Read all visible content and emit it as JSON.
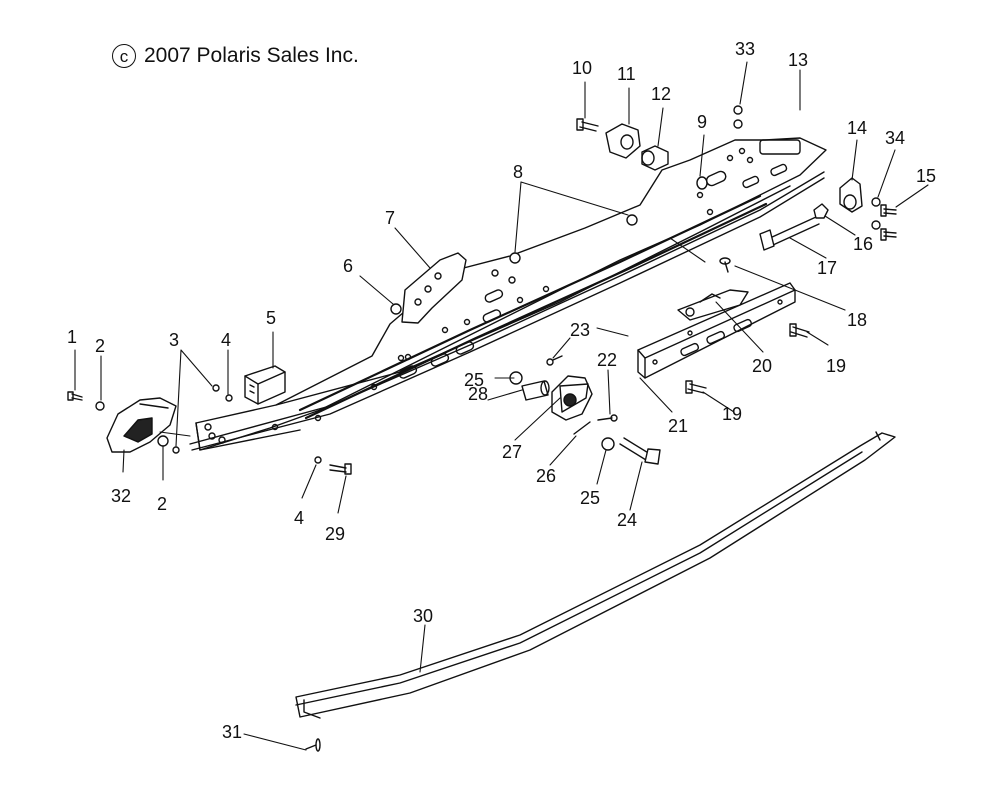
{
  "copyright": {
    "symbol": "c",
    "text": "2007 Polaris Sales Inc."
  },
  "callouts": [
    {
      "label": "1"
    },
    {
      "label": "2"
    },
    {
      "label": "3"
    },
    {
      "label": "4"
    },
    {
      "label": "5"
    },
    {
      "label": "32"
    },
    {
      "label": "2"
    },
    {
      "label": "4"
    },
    {
      "label": "29"
    },
    {
      "label": "6"
    },
    {
      "label": "7"
    },
    {
      "label": "8"
    },
    {
      "label": "10"
    },
    {
      "label": "11"
    },
    {
      "label": "12"
    },
    {
      "label": "9"
    },
    {
      "label": "33"
    },
    {
      "label": "13"
    },
    {
      "label": "14"
    },
    {
      "label": "34"
    },
    {
      "label": "15"
    },
    {
      "label": "16"
    },
    {
      "label": "17"
    },
    {
      "label": "18"
    },
    {
      "label": "20"
    },
    {
      "label": "19"
    },
    {
      "label": "23"
    },
    {
      "label": "22"
    },
    {
      "label": "25"
    },
    {
      "label": "28"
    },
    {
      "label": "27"
    },
    {
      "label": "26"
    },
    {
      "label": "25"
    },
    {
      "label": "24"
    },
    {
      "label": "21"
    },
    {
      "label": "19"
    },
    {
      "label": "30"
    },
    {
      "label": "31"
    }
  ]
}
